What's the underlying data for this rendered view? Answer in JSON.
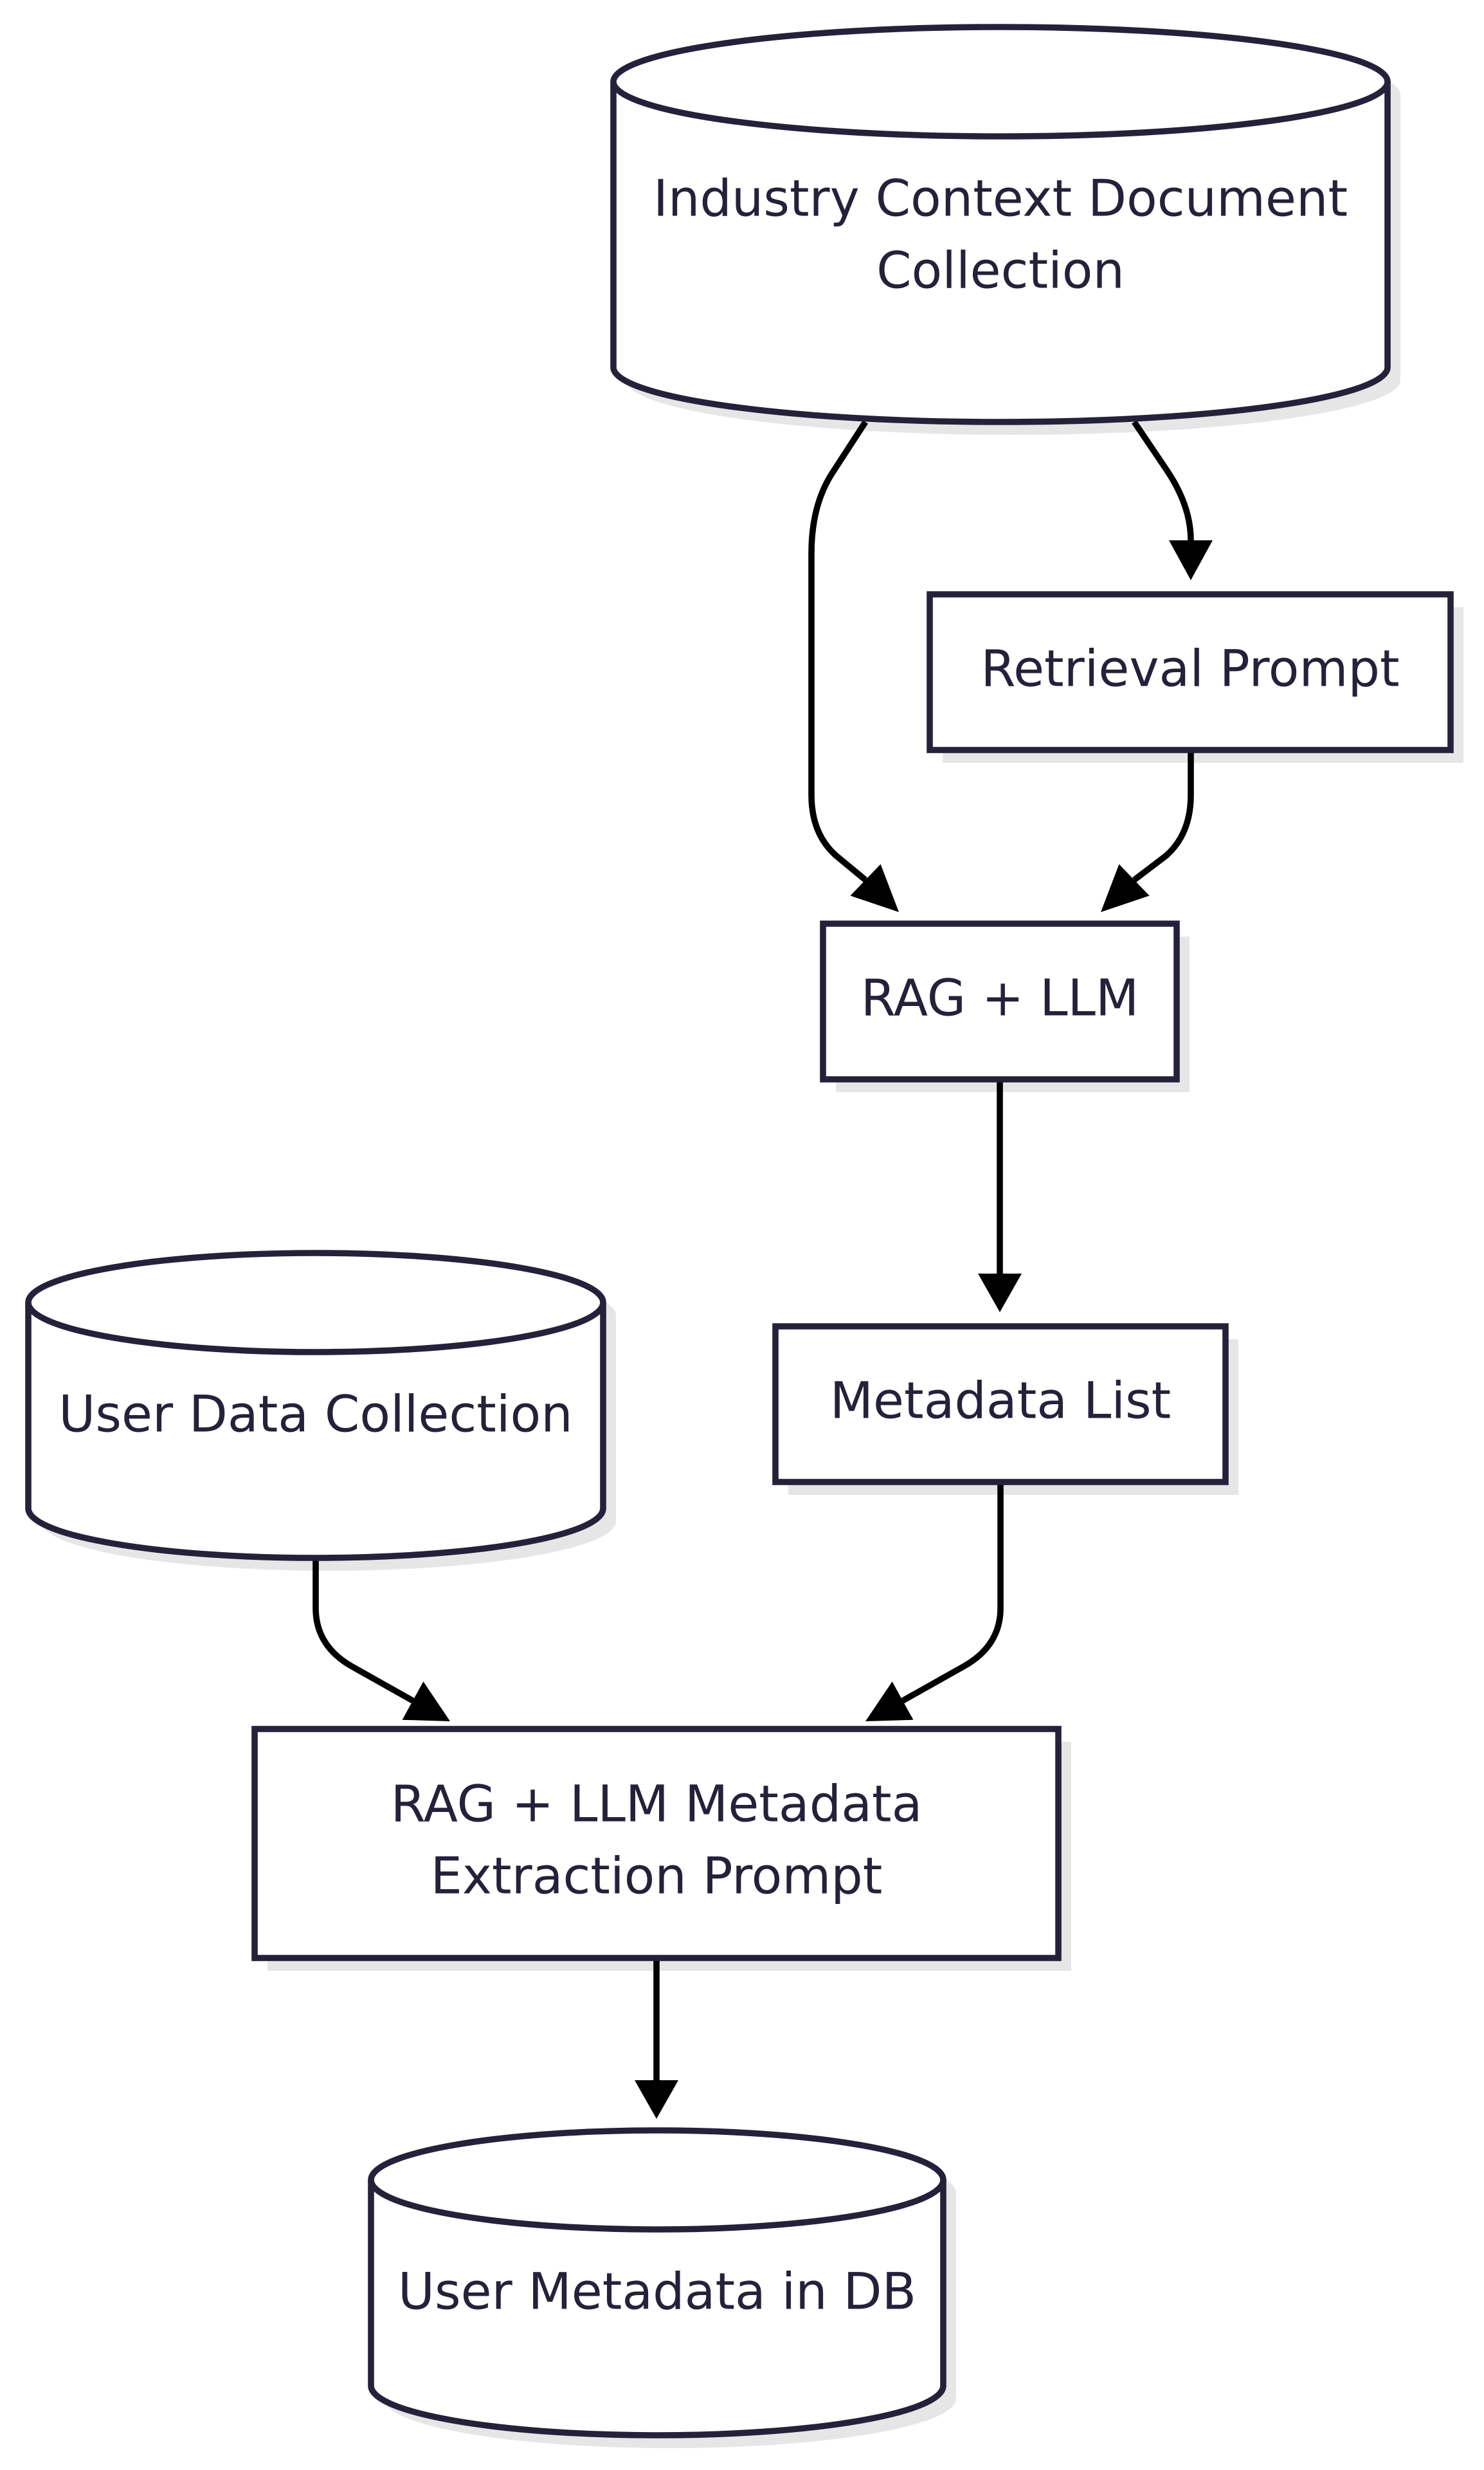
{
  "diagram": {
    "nodes": [
      {
        "id": "industry-context",
        "shape": "cylinder",
        "lines": [
          "Industry Context Document",
          "Collection"
        ]
      },
      {
        "id": "retrieval-prompt",
        "shape": "rect",
        "lines": [
          "Retrieval Prompt"
        ]
      },
      {
        "id": "rag-llm",
        "shape": "rect",
        "lines": [
          "RAG + LLM"
        ]
      },
      {
        "id": "metadata-list",
        "shape": "rect",
        "lines": [
          "Metadata List"
        ]
      },
      {
        "id": "user-data",
        "shape": "cylinder",
        "lines": [
          "User Data Collection"
        ]
      },
      {
        "id": "extraction-prompt",
        "shape": "rect",
        "lines": [
          "RAG + LLM Metadata",
          "Extraction Prompt"
        ]
      },
      {
        "id": "user-metadata-db",
        "shape": "cylinder",
        "lines": [
          "User Metadata in DB"
        ]
      }
    ],
    "edges": [
      {
        "from": "industry-context",
        "to": "rag-llm"
      },
      {
        "from": "industry-context",
        "to": "retrieval-prompt"
      },
      {
        "from": "retrieval-prompt",
        "to": "rag-llm"
      },
      {
        "from": "rag-llm",
        "to": "metadata-list"
      },
      {
        "from": "user-data",
        "to": "extraction-prompt"
      },
      {
        "from": "metadata-list",
        "to": "extraction-prompt"
      },
      {
        "from": "extraction-prompt",
        "to": "user-metadata-db"
      }
    ],
    "colors": {
      "node_stroke": "#24223a",
      "node_fill": "#ffffff",
      "text": "#24223a",
      "edge": "#000000",
      "shadow": "#e6e6e6"
    }
  }
}
